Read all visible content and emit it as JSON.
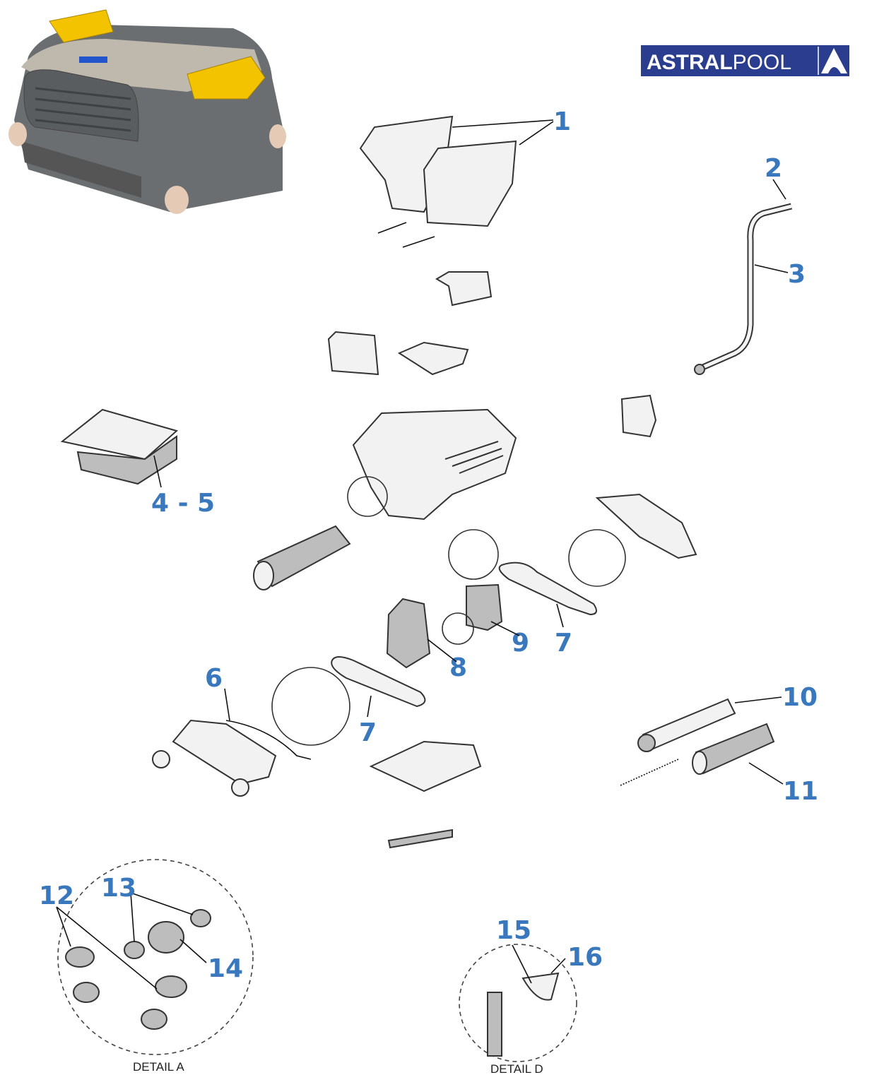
{
  "brand": {
    "name": "ASTRALPOOL",
    "color": "#2b3d8f"
  },
  "callout_color": "#3a78bd",
  "callouts": [
    "1",
    "2",
    "3",
    "4 - 5",
    "6",
    "7",
    "7",
    "8",
    "9",
    "10",
    "11",
    "12",
    "13",
    "14",
    "15",
    "16"
  ],
  "details": {
    "a": "DETAIL A",
    "d": "DETAIL D"
  }
}
